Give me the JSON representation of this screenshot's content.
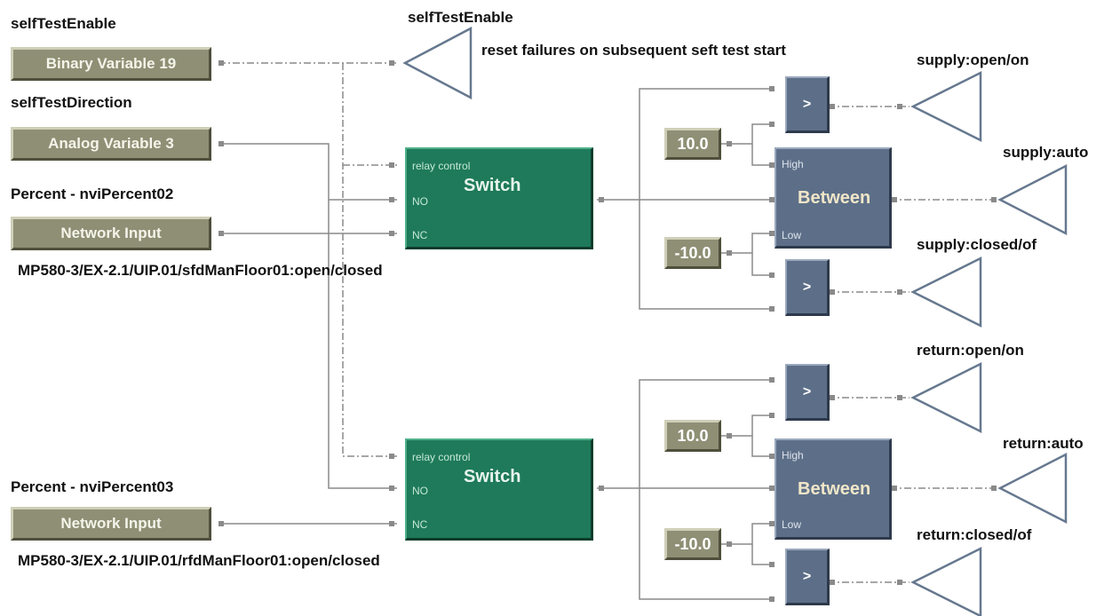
{
  "colors": {
    "variable_block": "#8f8f75",
    "switch_block": "#1e7a5a",
    "logic_block": "#5d6f88",
    "wire": "#888888",
    "output": "#5d6f88"
  },
  "inputs": {
    "self_test_enable_label": "selfTestEnable",
    "self_test_enable_block": "Binary Variable 19",
    "self_test_direction_label": "selfTestDirection",
    "self_test_direction_block": "Analog Variable 3",
    "supply_percent_label": "Percent - nviPercent02",
    "supply_percent_block": "Network Input",
    "supply_point_path": "MP580-3/EX-2.1/UIP.01/sfdManFloor01:open/closed",
    "return_percent_label": "Percent - nviPercent03",
    "return_percent_block": "Network Input",
    "return_point_path": "MP580-3/EX-2.1/UIP.01/rfdManFloor01:open/closed"
  },
  "reset_output": {
    "name": "selfTestEnable",
    "note": "reset failures on subsequent seft test start"
  },
  "switches": {
    "title": "Switch",
    "pin_control": "relay control",
    "pin_no": "NO",
    "pin_nc": "NC"
  },
  "logic": {
    "greater_symbol": ">",
    "between_title": "Between",
    "pin_high": "High",
    "pin_low": "Low",
    "high_const": "10.0",
    "low_const": "-10.0"
  },
  "outputs": {
    "supply_open": "supply:open/on",
    "supply_auto": "supply:auto",
    "supply_closed": "supply:closed/of",
    "return_open": "return:open/on",
    "return_auto": "return:auto",
    "return_closed": "return:closed/of"
  }
}
